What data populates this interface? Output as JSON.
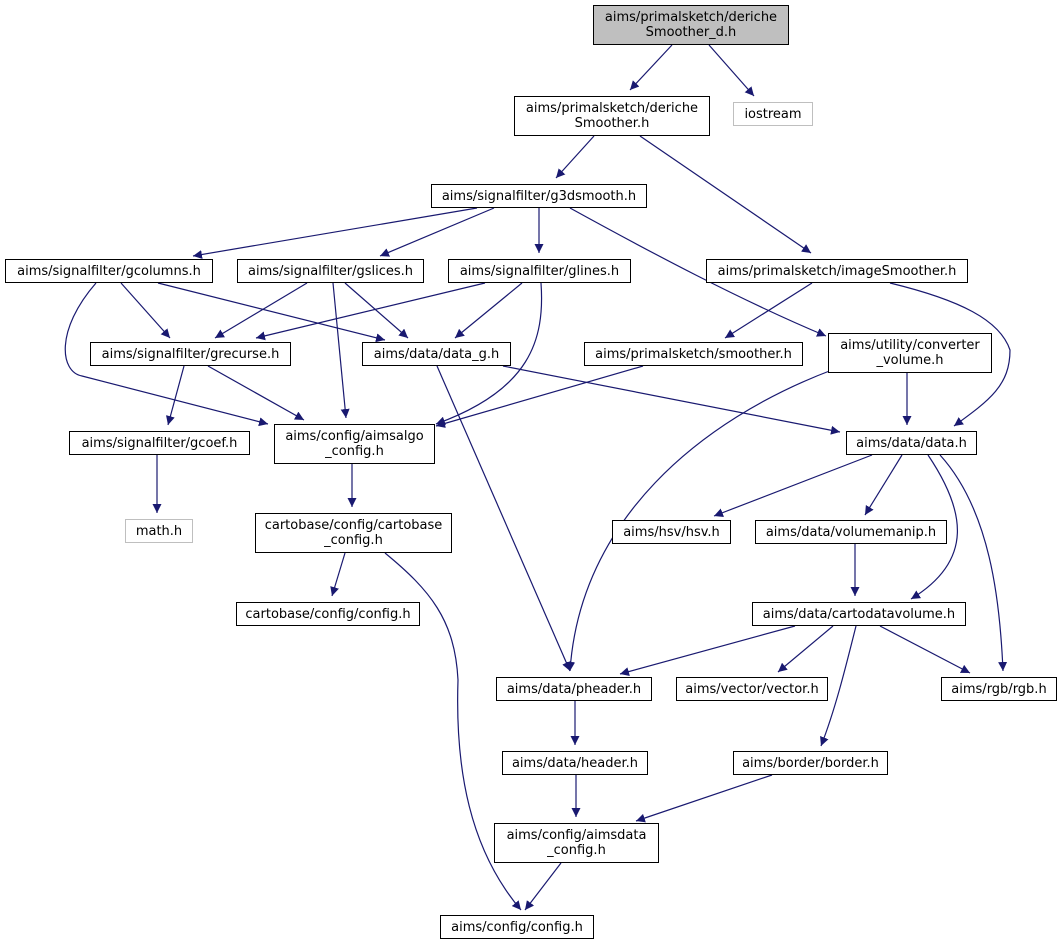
{
  "colors": {
    "edge": "#191970",
    "root_fill": "#bfbfbf",
    "external_border": "#bfbfbf"
  },
  "nodes": [
    {
      "id": "n1",
      "label": "aims/primalsketch/deriche\nSmoother_d.h",
      "kind": "root"
    },
    {
      "id": "n2",
      "label": "aims/primalsketch/deriche\nSmoother.h"
    },
    {
      "id": "n3",
      "label": "iostream",
      "kind": "external"
    },
    {
      "id": "n4",
      "label": "aims/signalfilter/g3dsmooth.h"
    },
    {
      "id": "n5",
      "label": "aims/signalfilter/gcolumns.h"
    },
    {
      "id": "n6",
      "label": "aims/signalfilter/gslices.h"
    },
    {
      "id": "n7",
      "label": "aims/signalfilter/glines.h"
    },
    {
      "id": "n8",
      "label": "aims/primalsketch/imageSmoother.h"
    },
    {
      "id": "n9",
      "label": "aims/signalfilter/grecurse.h"
    },
    {
      "id": "n10",
      "label": "aims/data/data_g.h"
    },
    {
      "id": "n11",
      "label": "aims/primalsketch/smoother.h"
    },
    {
      "id": "n12",
      "label": "aims/utility/converter\n_volume.h"
    },
    {
      "id": "n13",
      "label": "aims/signalfilter/gcoef.h"
    },
    {
      "id": "n14",
      "label": "aims/config/aimsalgo\n_config.h"
    },
    {
      "id": "n15",
      "label": "aims/data/data.h"
    },
    {
      "id": "n16",
      "label": "math.h",
      "kind": "external"
    },
    {
      "id": "n17",
      "label": "cartobase/config/cartobase\n_config.h"
    },
    {
      "id": "n18",
      "label": "aims/hsv/hsv.h"
    },
    {
      "id": "n19",
      "label": "aims/data/volumemanip.h"
    },
    {
      "id": "n20",
      "label": "cartobase/config/config.h"
    },
    {
      "id": "n21",
      "label": "aims/data/cartodatavolume.h"
    },
    {
      "id": "n22",
      "label": "aims/data/pheader.h"
    },
    {
      "id": "n23",
      "label": "aims/vector/vector.h"
    },
    {
      "id": "n24",
      "label": "aims/rgb/rgb.h"
    },
    {
      "id": "n25",
      "label": "aims/data/header.h"
    },
    {
      "id": "n26",
      "label": "aims/border/border.h"
    },
    {
      "id": "n27",
      "label": "aims/config/aimsdata\n_config.h"
    },
    {
      "id": "n28",
      "label": "aims/config/config.h"
    }
  ],
  "edges": [
    [
      "n1",
      "n2"
    ],
    [
      "n1",
      "n3"
    ],
    [
      "n2",
      "n4"
    ],
    [
      "n2",
      "n8"
    ],
    [
      "n4",
      "n5"
    ],
    [
      "n4",
      "n6"
    ],
    [
      "n4",
      "n7"
    ],
    [
      "n4",
      "n12"
    ],
    [
      "n5",
      "n9"
    ],
    [
      "n5",
      "n10"
    ],
    [
      "n5",
      "n14"
    ],
    [
      "n6",
      "n9"
    ],
    [
      "n6",
      "n10"
    ],
    [
      "n6",
      "n14"
    ],
    [
      "n7",
      "n9"
    ],
    [
      "n7",
      "n10"
    ],
    [
      "n7",
      "n14"
    ],
    [
      "n8",
      "n11"
    ],
    [
      "n8",
      "n15"
    ],
    [
      "n9",
      "n13"
    ],
    [
      "n9",
      "n14"
    ],
    [
      "n10",
      "n15"
    ],
    [
      "n10",
      "n22"
    ],
    [
      "n11",
      "n14"
    ],
    [
      "n12",
      "n15"
    ],
    [
      "n12",
      "n22"
    ],
    [
      "n13",
      "n16"
    ],
    [
      "n14",
      "n17"
    ],
    [
      "n15",
      "n18"
    ],
    [
      "n15",
      "n19"
    ],
    [
      "n15",
      "n21"
    ],
    [
      "n15",
      "n24"
    ],
    [
      "n17",
      "n20"
    ],
    [
      "n17",
      "n28"
    ],
    [
      "n19",
      "n21"
    ],
    [
      "n21",
      "n22"
    ],
    [
      "n21",
      "n23"
    ],
    [
      "n21",
      "n24"
    ],
    [
      "n21",
      "n26"
    ],
    [
      "n22",
      "n25"
    ],
    [
      "n25",
      "n27"
    ],
    [
      "n26",
      "n27"
    ],
    [
      "n27",
      "n28"
    ]
  ]
}
